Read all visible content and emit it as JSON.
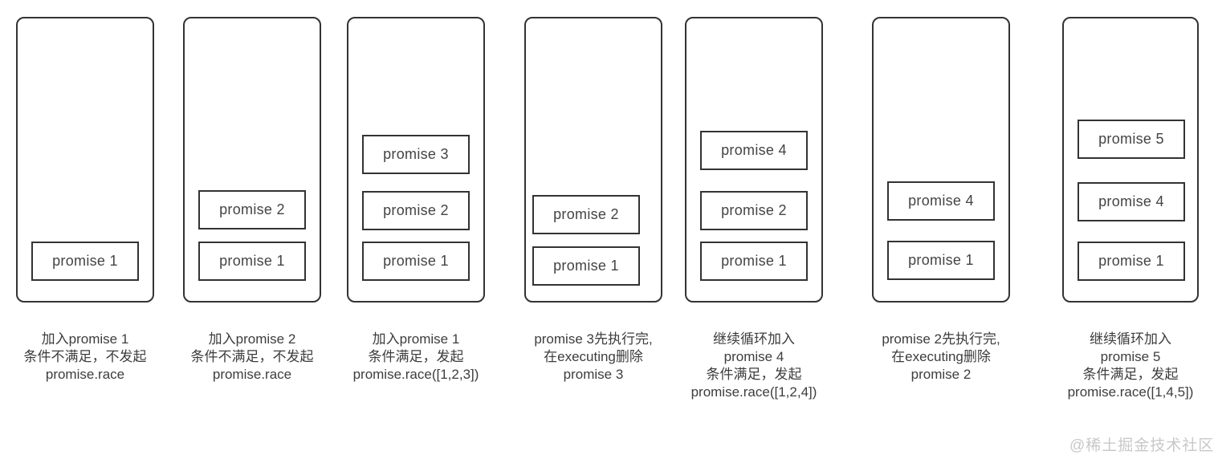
{
  "colors": {
    "border": "#333333",
    "box_text": "#444444",
    "caption_text": "#3d3d3d",
    "watermark_text": "#c8c8c8",
    "background": "#ffffff"
  },
  "columns": [
    {
      "boxes": [
        "promise 1"
      ],
      "caption": "加入promise 1\n条件不满足，不发起\npromise.race"
    },
    {
      "boxes": [
        "promise 2",
        "promise 1"
      ],
      "caption": "加入promise 2\n条件不满足，不发起\npromise.race"
    },
    {
      "boxes": [
        "promise 3",
        "promise 2",
        "promise 1"
      ],
      "caption": "加入promise 1\n条件满足，发起\npromise.race([1,2,3])"
    },
    {
      "boxes": [
        "promise 2",
        "promise 1"
      ],
      "caption": "promise 3先执行完,\n在executing删除\npromise 3"
    },
    {
      "boxes": [
        "promise 4",
        "promise 2",
        "promise 1"
      ],
      "caption": "继续循环加入\npromise 4\n条件满足，发起\npromise.race([1,2,4])"
    },
    {
      "boxes": [
        "promise 4",
        "promise 1"
      ],
      "caption": "promise 2先执行完,\n在executing删除\npromise 2"
    },
    {
      "boxes": [
        "promise 5",
        "promise 4",
        "promise 1"
      ],
      "caption": "继续循环加入\npromise 5\n条件满足，发起\npromise.race([1,4,5])"
    }
  ],
  "watermark": {
    "text": "@稀土掘金技术社区"
  }
}
